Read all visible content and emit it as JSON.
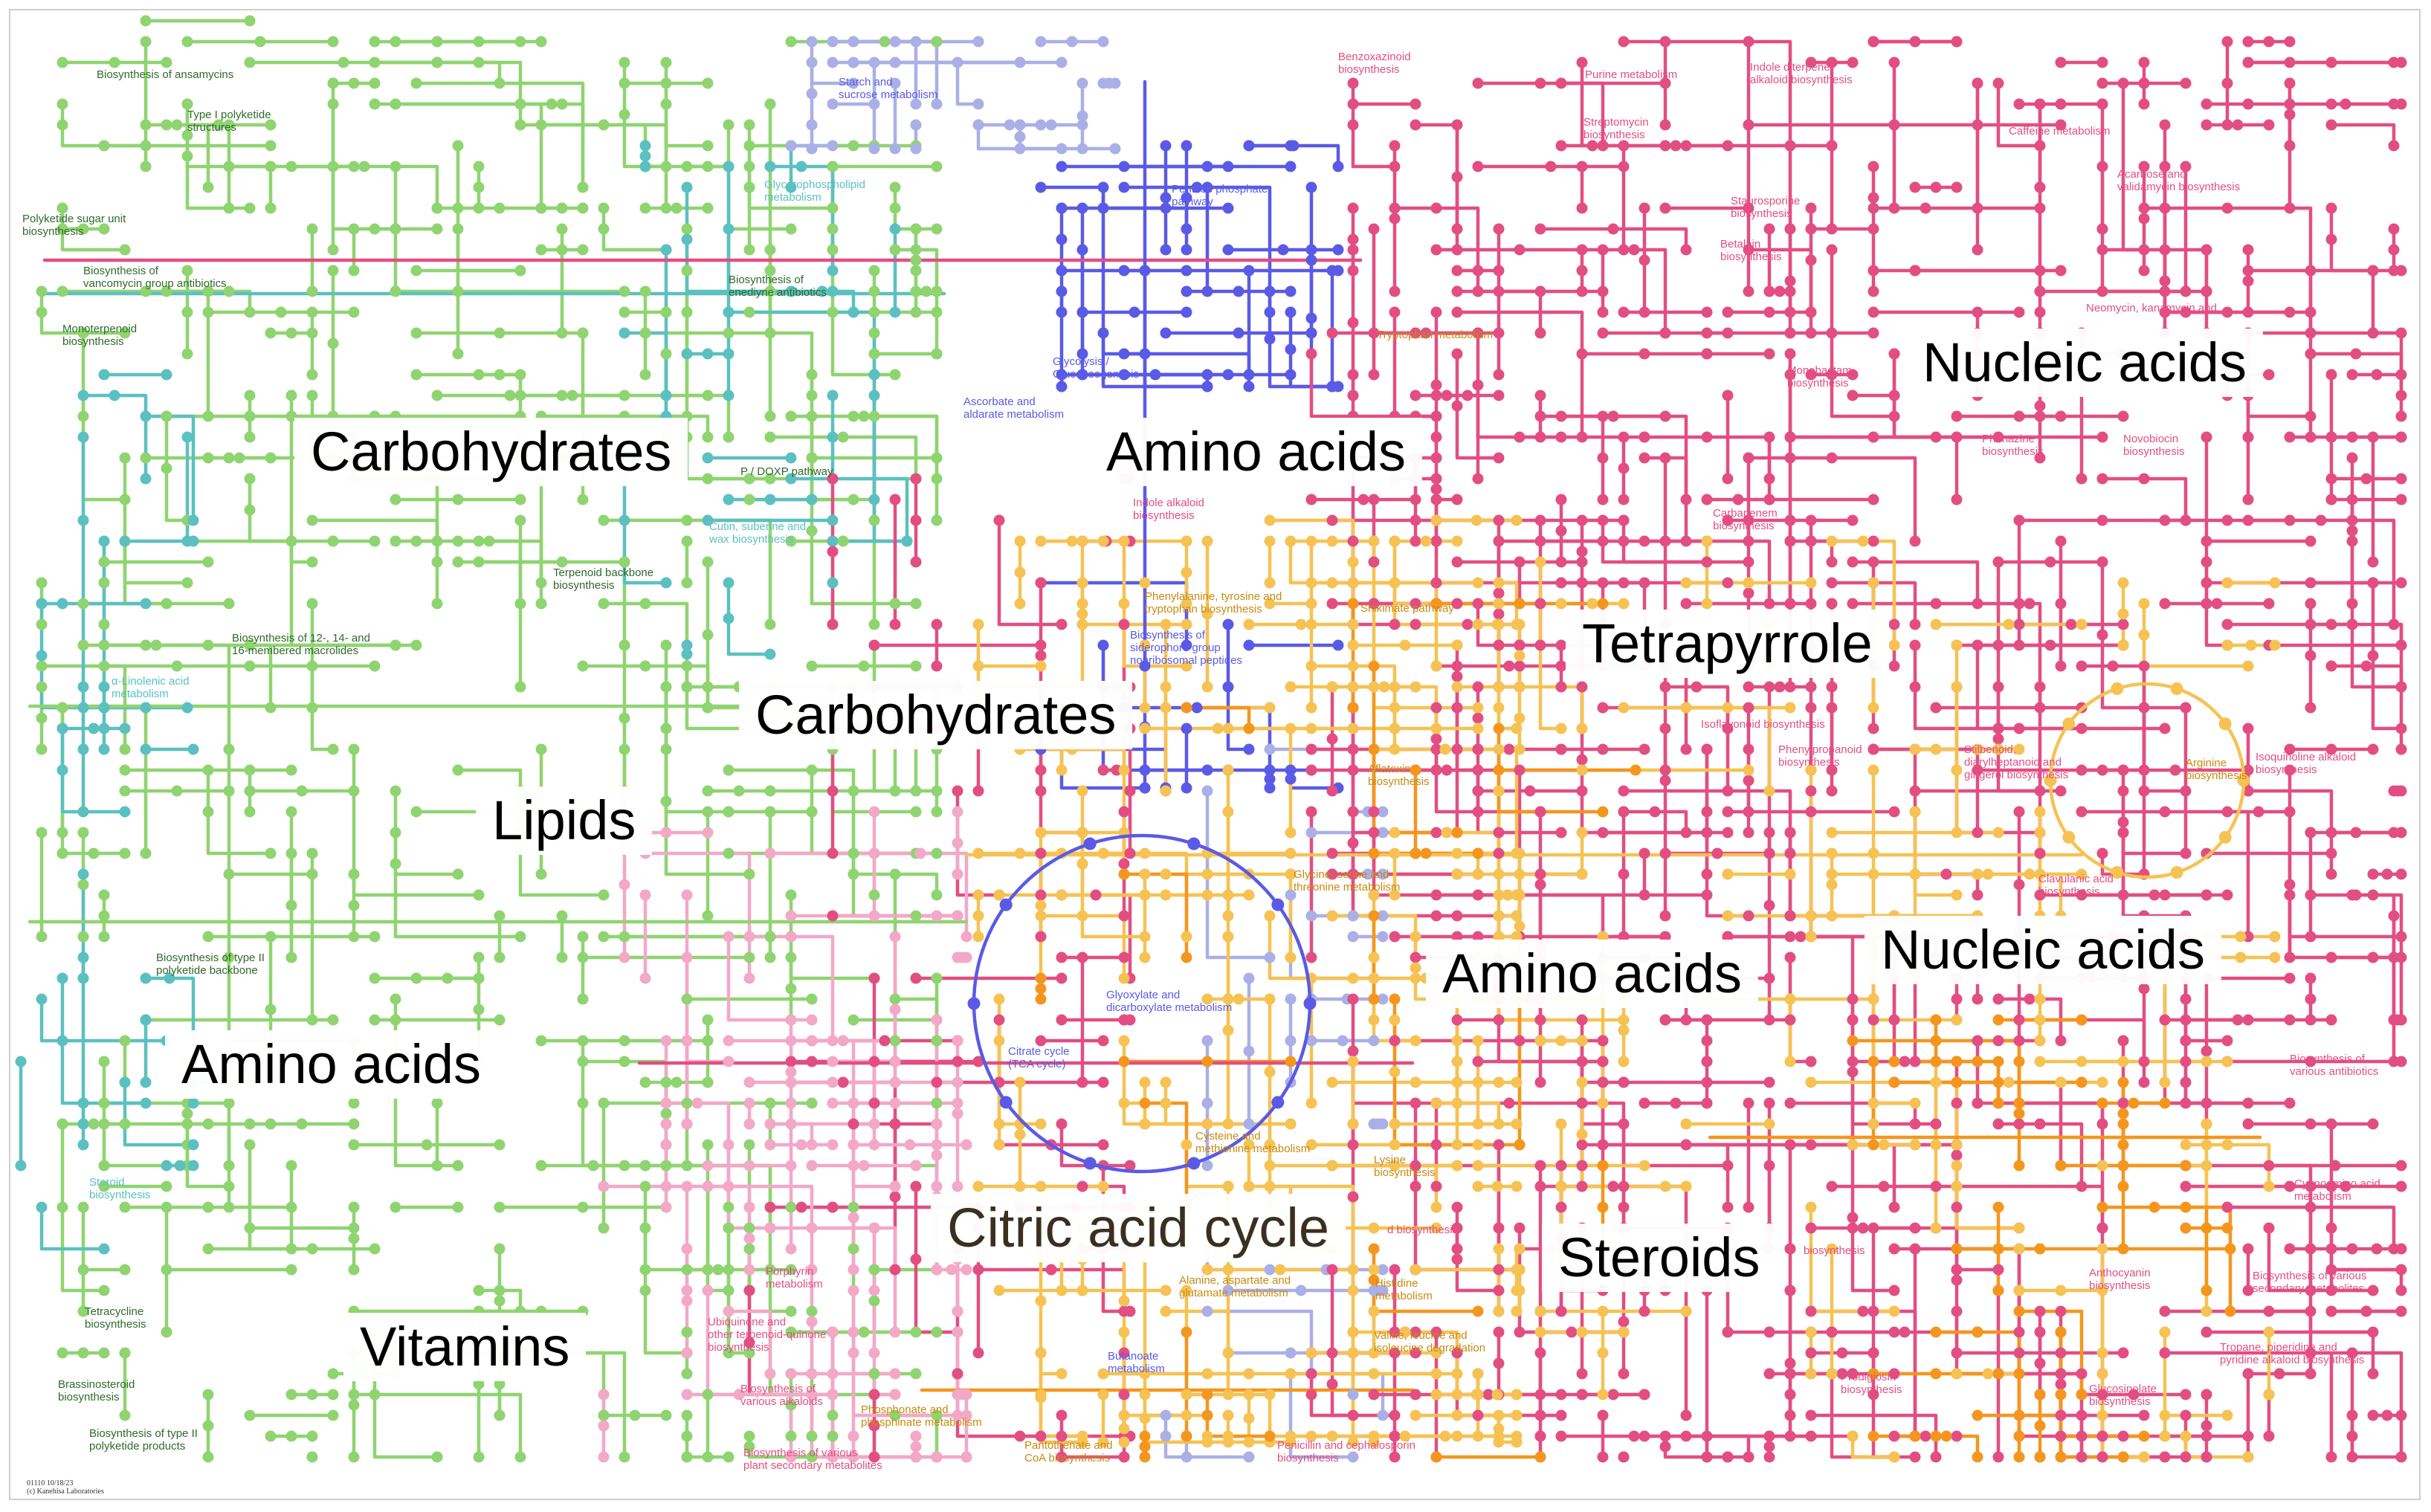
{
  "colors": {
    "green": "#8fd470",
    "dark_green_text": "#2f6b2a",
    "teal": "#5cc0c0",
    "blue": "#5a5ae6",
    "lavender": "#aab0e6",
    "pink": "#e24e82",
    "light_pink": "#f3a8c8",
    "yellow": "#f6c253",
    "orange": "#f4961e"
  },
  "category_labels": [
    {
      "id": "carbohydrates-1",
      "text": "Carbohydrates"
    },
    {
      "id": "amino-acids-1",
      "text": "Amino acids"
    },
    {
      "id": "nucleic-acids-1",
      "text": "Nucleic acids"
    },
    {
      "id": "tetrapyrrole",
      "text": "Tetrapyrrole"
    },
    {
      "id": "carbohydrates-2",
      "text": "Carbohydrates"
    },
    {
      "id": "lipids",
      "text": "Lipids"
    },
    {
      "id": "amino-acids-2",
      "text": "Amino acids"
    },
    {
      "id": "nucleic-acids-2",
      "text": "Nucleic acids"
    },
    {
      "id": "amino-acids-3",
      "text": "Amino acids"
    },
    {
      "id": "citric-acid-cycle",
      "text": "Citric acid cycle"
    },
    {
      "id": "steroids",
      "text": "Steroids"
    },
    {
      "id": "vitamins",
      "text": "Vitamins"
    }
  ],
  "pathways": [
    {
      "text": "Biosynthesis of ansamycins",
      "c": "g"
    },
    {
      "text": "Type I polyketide\nstructures",
      "c": "g"
    },
    {
      "text": "Polyketide sugar unit\nbiosynthesis",
      "c": "g"
    },
    {
      "text": "Biosynthesis of\nvancomycin group antibiotics",
      "c": "g"
    },
    {
      "text": "Monoterpenoid\nbiosynthesis",
      "c": "g"
    },
    {
      "text": "Glycerophospholipid\nmetabolism",
      "c": "t"
    },
    {
      "text": "Biosynthesis of\nenediyne antibiotics",
      "c": "g"
    },
    {
      "text": "Starch and\nsucrose metabolism",
      "c": "b"
    },
    {
      "text": "Pentose phosphate\npathway",
      "c": "b"
    },
    {
      "text": "Glycolysis /\nGluconeogenesis",
      "c": "b"
    },
    {
      "text": "Ascorbate and\naldarate metabolism",
      "c": "b"
    },
    {
      "text": "P / DOXP pathway",
      "c": "g"
    },
    {
      "text": "Cutin, suberine and\nwax biosynthesis",
      "c": "t"
    },
    {
      "text": "Terpenoid backbone\nbiosynthesis",
      "c": "g"
    },
    {
      "text": "Biosynthesis of 12-, 14- and\n16-membered macrolides",
      "c": "g"
    },
    {
      "text": "α-Linolenic acid\nmetabolism",
      "c": "t"
    },
    {
      "text": "Biosynthesis of type II\npolyketide backbone",
      "c": "g"
    },
    {
      "text": "Steroid\nbiosynthesis",
      "c": "t"
    },
    {
      "text": "Tetracycline\nbiosynthesis",
      "c": "g"
    },
    {
      "text": "Brassinosteroid\nbiosynthesis",
      "c": "g"
    },
    {
      "text": "Biosynthesis of type II\npolyketide products",
      "c": "g"
    },
    {
      "text": "Benzoxazinoid\nbiosynthesis",
      "c": "p"
    },
    {
      "text": "Purine metabolism",
      "c": "p"
    },
    {
      "text": "Indole diterpene\nalkaloid biosynthesis",
      "c": "p"
    },
    {
      "text": "Streptomycin\nbiosynthesis",
      "c": "p"
    },
    {
      "text": "Caffeine metabolism",
      "c": "p"
    },
    {
      "text": "Acarbose and\nvalidamycin biosynthesis",
      "c": "p"
    },
    {
      "text": "Staurosporine\nbiosynthesis",
      "c": "p"
    },
    {
      "text": "Betalain\nbiosynthesis",
      "c": "p"
    },
    {
      "text": "Neomycin, kanamycin and",
      "c": "p"
    },
    {
      "text": "Tryptophan metabolism",
      "c": "o"
    },
    {
      "text": "Monobactam\nbiosynthesis",
      "c": "p"
    },
    {
      "text": "Phenazine\nbiosynthesis",
      "c": "p"
    },
    {
      "text": "Novobiocin\nbiosynthesis",
      "c": "p"
    },
    {
      "text": "Carbapenem\nbiosynthesis",
      "c": "p"
    },
    {
      "text": "Indole alkaloid\nbiosynthesis",
      "c": "p"
    },
    {
      "text": "Phenylalanine, tyrosine and\ntryptophan biosynthesis",
      "c": "o"
    },
    {
      "text": "Shikimate pathway",
      "c": "o"
    },
    {
      "text": "Biosynthesis of\nsiderophore group\nnonribosomal peptides",
      "c": "b"
    },
    {
      "text": "Isoflavonoid biosynthesis",
      "c": "p"
    },
    {
      "text": "Phenylpropanoid\nbiosynthesis",
      "c": "p"
    },
    {
      "text": "Stilbenoid,\ndiarylheptanoid and\ngingerol biosynthesis",
      "c": "p"
    },
    {
      "text": "Arginine\nbiosynthesis",
      "c": "o"
    },
    {
      "text": "Isoquinoline alkaloid\nbiosynthesis",
      "c": "p"
    },
    {
      "text": "Aflatoxin\nbiosynthesis",
      "c": "o"
    },
    {
      "text": "Glycine, serine and\nthreonine metabolism",
      "c": "o"
    },
    {
      "text": "Clavulanic acid\nbiosynthesis",
      "c": "p"
    },
    {
      "text": "Glyoxylate and\ndicarboxylate metabolism",
      "c": "b"
    },
    {
      "text": "Citrate cycle\n(TCA cycle)",
      "c": "b"
    },
    {
      "text": "Cysteine and\nmethionine metabolism",
      "c": "o"
    },
    {
      "text": "Lysine\nbiosynthesis",
      "c": "o"
    },
    {
      "text": "Biosynthesis of\nvarious antibiotics",
      "c": "p"
    },
    {
      "text": "Cyanoamino acid\nmetabolism",
      "c": "p"
    },
    {
      "text": "d biosynthesis",
      "c": "p"
    },
    {
      "text": "biosynthesis",
      "c": "p"
    },
    {
      "text": "Porphyrin\nmetabolism",
      "c": "p"
    },
    {
      "text": "Alanine, aspartate and\nglutamate metabolism",
      "c": "o"
    },
    {
      "text": "Histidine\nmetabolism",
      "c": "o"
    },
    {
      "text": "Valine, leucine and\nisoleucine degradation",
      "c": "o"
    },
    {
      "text": "Anthocyanin\nbiosynthesis",
      "c": "p"
    },
    {
      "text": "Biosynthesis of various\nsecondary metabolites",
      "c": "p"
    },
    {
      "text": "Ubiquinone and\nother terpenoid-quinone\nbiosynthesis",
      "c": "p"
    },
    {
      "text": "Butanoate\nmetabolism",
      "c": "b"
    },
    {
      "text": "Tropane, piperidine and\npyridine alkaloid biosynthesis",
      "c": "p"
    },
    {
      "text": "Biosynthesis of\nvarious alkaloids",
      "c": "p"
    },
    {
      "text": "Phosphonate and\nphosphinate metabolism",
      "c": "o"
    },
    {
      "text": "Prodigiosin\nbiosynthesis",
      "c": "p"
    },
    {
      "text": "Glucosinolate\nbiosynthesis",
      "c": "p"
    },
    {
      "text": "Pantothenate and\nCoA biosynthesis",
      "c": "o"
    },
    {
      "text": "Penicillin and cephalosporin\nbiosynthesis",
      "c": "p"
    },
    {
      "text": "Biosynthesis of various\nplant secondary metabolites",
      "c": "p"
    }
  ],
  "footer": "01110 10/18/23\n(c) Kanehisa Laboratories"
}
